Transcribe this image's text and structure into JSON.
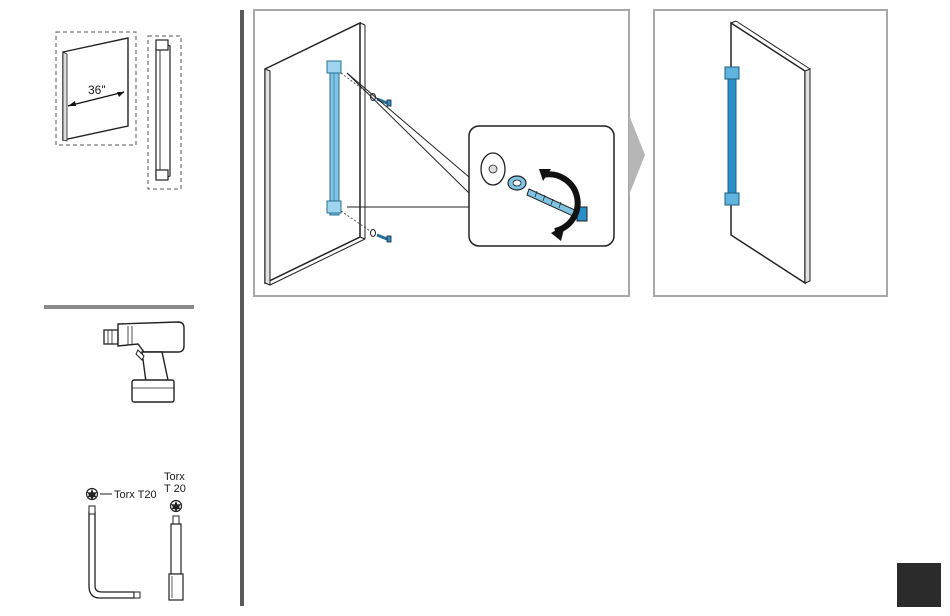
{
  "parts": {
    "panel_width_label": "36\""
  },
  "tools": {
    "lkey_label": "Torx T20",
    "bit_label_line1": "Torx",
    "bit_label_line2": "T 20"
  },
  "colors": {
    "handle_blue": "#7fc4e3",
    "handle_blue_dark": "#2a8fc8",
    "frame_gray": "#a8a8a8",
    "divider_dark": "#5a5a5a",
    "page_box": "#2b2b2b"
  }
}
